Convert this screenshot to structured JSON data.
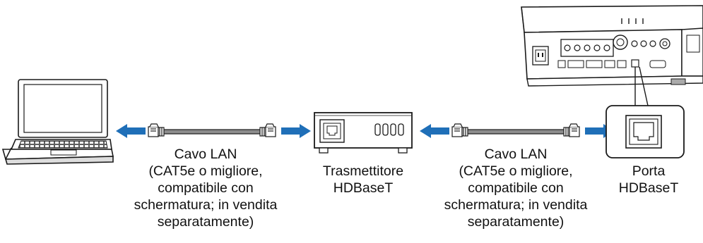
{
  "cable_left": {
    "lines": [
      "Cavo LAN",
      "(CAT5e o migliore,",
      "compatibile con",
      "schermatura; in vendita",
      "separatamente)"
    ]
  },
  "transmitter": {
    "lines": [
      "Trasmettitore",
      "HDBaseT"
    ]
  },
  "cable_right": {
    "lines": [
      "Cavo LAN",
      "(CAT5e o migliore,",
      "compatibile con",
      "schermatura; in vendita",
      "separatamente)"
    ]
  },
  "port": {
    "lines": [
      "Porta",
      "HDBaseT"
    ]
  },
  "colors": {
    "arrow": "#1f6fb8",
    "cable": "#8c8c8c",
    "outline": "#1a1a1a"
  }
}
